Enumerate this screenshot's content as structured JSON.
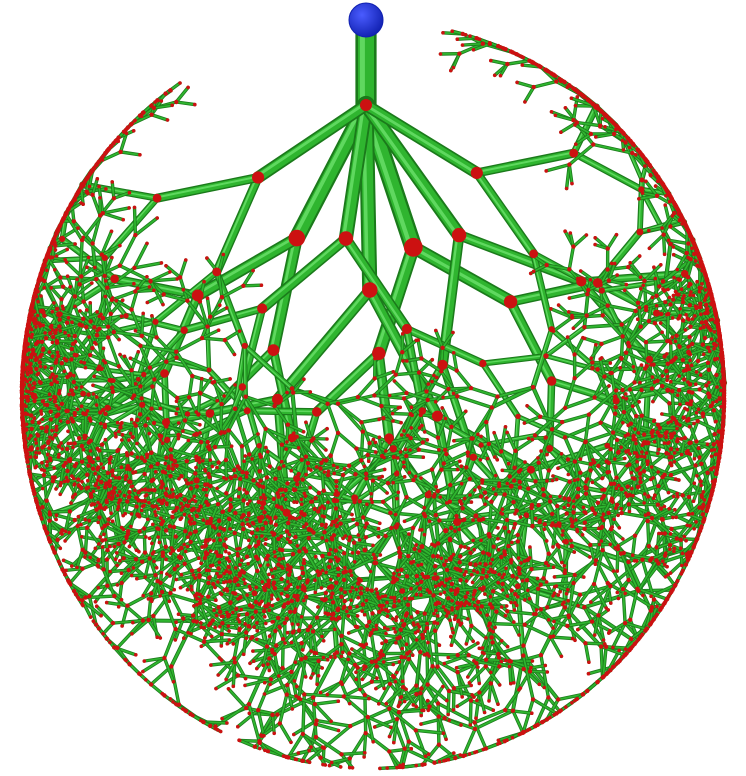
{
  "diagram": {
    "kind": "3d-branching-vessel-tree",
    "colors": {
      "branch": "#2fb52f",
      "branch_highlight": "#74e874",
      "branch_shadow": "#1b7a1b",
      "joint": "#cc1111",
      "root": "#1020b0",
      "root_highlight": "#4a5cff",
      "background": "#ffffff"
    },
    "tree": {
      "generations": 9,
      "branching": "binary",
      "envelope": "roughly-spherical"
    }
  }
}
